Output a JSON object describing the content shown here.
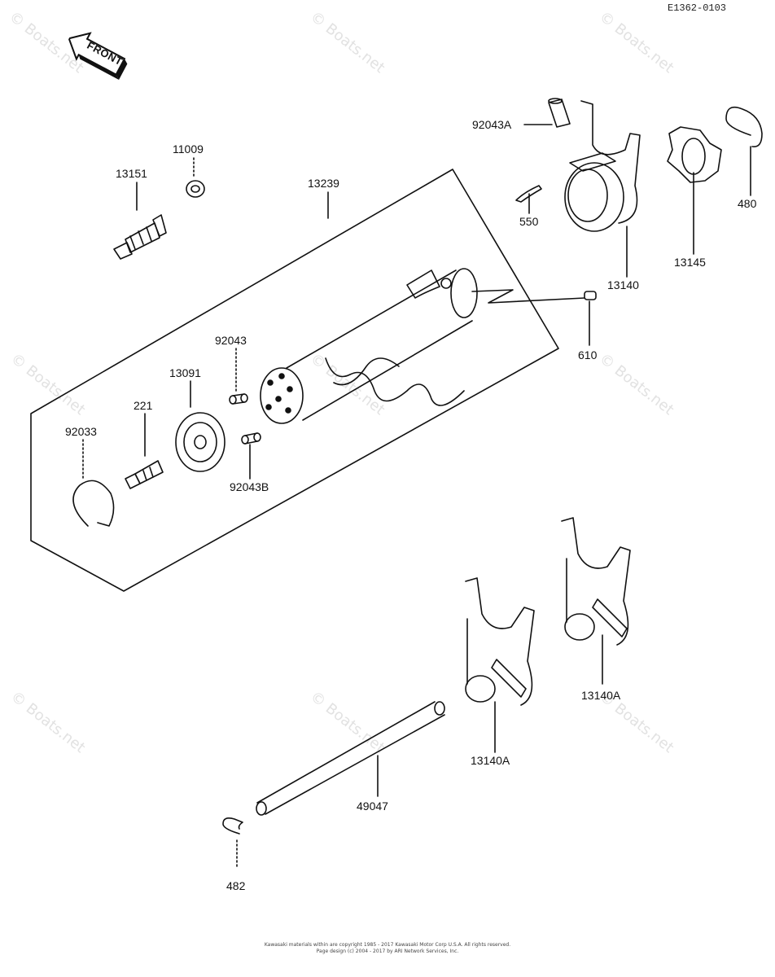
{
  "diagram_code": "E1362-0103",
  "front_label": "FRONT",
  "watermark": "© Boats.net",
  "parts": {
    "p13151": "13151",
    "p11009": "11009",
    "p13239": "13239",
    "p92043A": "92043A",
    "p550": "550",
    "p13140": "13140",
    "p13145": "13145",
    "p480": "480",
    "p610": "610",
    "p92043": "92043",
    "p13091": "13091",
    "p221": "221",
    "p92033": "92033",
    "p92043B": "92043B",
    "p13140A_left": "13140A",
    "p13140A_right": "13140A",
    "p49047": "49047",
    "p482": "482"
  },
  "footer": {
    "line1": "Kawasaki materials within are copyright 1985 - 2017 Kawasaki Motor Corp U.S.A. All rights reserved.",
    "line2": "Page design (c) 2004 - 2017 by ARI Network Services, Inc."
  }
}
